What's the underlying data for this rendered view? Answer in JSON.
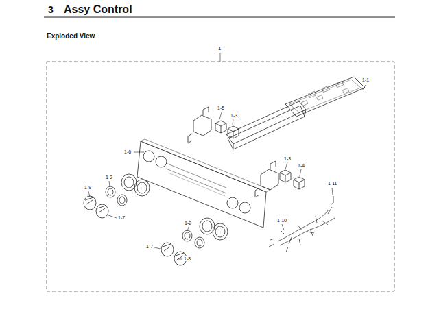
{
  "diagram": {
    "title": "Assy Control",
    "labels": [
      "3",
      "Exploded View",
      "1",
      "1-1",
      "1-5",
      "1-3",
      "1-6",
      "1-3",
      "1-4",
      "1-2",
      "1-11",
      "1-9",
      "1-7",
      "1-10",
      "1-2",
      "1-7",
      "1-8"
    ]
  }
}
